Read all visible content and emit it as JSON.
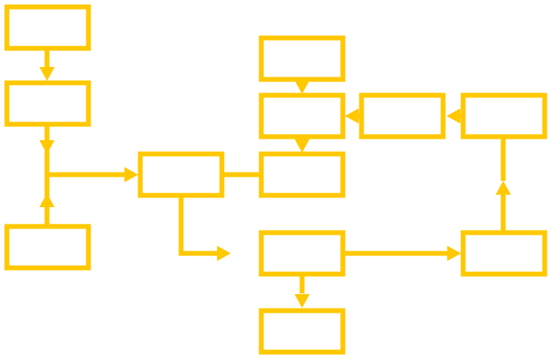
{
  "colors": {
    "stroke": "#FFC800",
    "background": "#FFFFFF"
  },
  "nodes": [
    {
      "id": "n1",
      "label": ""
    },
    {
      "id": "n2",
      "label": ""
    },
    {
      "id": "n3",
      "label": ""
    },
    {
      "id": "n4",
      "label": ""
    },
    {
      "id": "n5",
      "label": ""
    },
    {
      "id": "n6",
      "label": ""
    },
    {
      "id": "n7",
      "label": ""
    },
    {
      "id": "n8",
      "label": ""
    },
    {
      "id": "n9",
      "label": ""
    },
    {
      "id": "n10",
      "label": ""
    },
    {
      "id": "n11",
      "label": ""
    },
    {
      "id": "n12",
      "label": ""
    }
  ],
  "edges": [
    {
      "id": "e1",
      "from": "n1",
      "to": "n2",
      "arrow": true
    },
    {
      "id": "e2",
      "from": "n2",
      "to": "n4",
      "arrow": true
    },
    {
      "id": "e3",
      "from": "n3",
      "to": "n4",
      "arrow": true
    },
    {
      "id": "e4",
      "from": "n2-n3-junction",
      "to": "n4",
      "arrow": true
    },
    {
      "id": "e5",
      "from": "n4",
      "to": "n7",
      "arrow": false
    },
    {
      "id": "e6",
      "from": "n4",
      "to": "n8",
      "arrow": true
    },
    {
      "id": "e7",
      "from": "n5",
      "to": "n6",
      "arrow": true
    },
    {
      "id": "e8",
      "from": "n6",
      "to": "n7",
      "arrow": true
    },
    {
      "id": "e9",
      "from": "n10",
      "to": "n9",
      "arrow": true
    },
    {
      "id": "e10",
      "from": "n9",
      "to": "n6",
      "arrow": true
    },
    {
      "id": "e11",
      "from": "n8",
      "to": "n11",
      "arrow": true
    },
    {
      "id": "e12",
      "from": "n11",
      "to": "n10",
      "arrow": true
    },
    {
      "id": "e13",
      "from": "n8",
      "to": "n12",
      "arrow": true
    }
  ]
}
